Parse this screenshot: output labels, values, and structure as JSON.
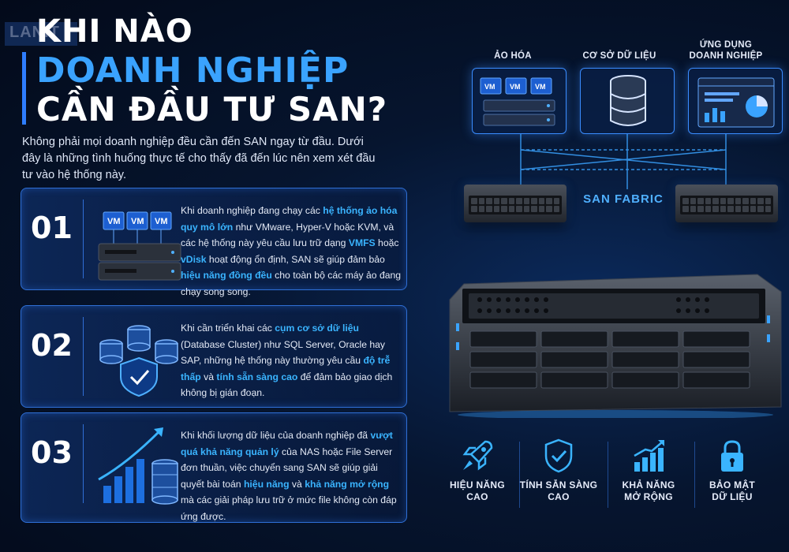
{
  "logo": "LANIT",
  "title": {
    "line1": "KHI NÀO",
    "line2": "DOANH NGHIỆP",
    "line3": "CẦN ĐẦU TƯ SAN?"
  },
  "intro": "Không phải mọi doanh nghiệp đều cần đến SAN ngay từ đầu. Dưới đây là những tình huống thực tế cho thấy đã đến lúc nên xem xét đầu tư vào hệ thống này.",
  "cards": [
    {
      "num": "01",
      "vm": "VM",
      "t1": "Khi doanh nghiệp đang chạy các ",
      "h1": "hệ thống ảo hóa quy mô lớn",
      "t2": " như VMware, Hyper-V hoặc KVM, và các hệ thống này yêu cầu lưu trữ dạng ",
      "h2": "VMFS",
      "t3": " hoặc ",
      "h3": "vDisk",
      "t4": " hoạt động ổn định, SAN sẽ giúp đảm bảo ",
      "h4": "hiệu năng đồng đều",
      "t5": " cho toàn bộ các máy ảo đang chạy song song."
    },
    {
      "num": "02",
      "t1": "Khi cần triển khai các ",
      "h1": "cụm cơ sở dữ liệu",
      "t2": " (Database Cluster) như SQL Server, Oracle hay SAP, những hệ thống này thường yêu cầu ",
      "h2": "độ trễ thấp",
      "t3": " và ",
      "h3": "tính sẵn sàng cao",
      "t4": " để đảm bảo giao dịch không bị gián đoạn."
    },
    {
      "num": "03",
      "t1": "Khi khối lượng dữ liệu của doanh nghiệp đã ",
      "h1": "vượt quá khả năng quản lý",
      "t2": " của NAS hoặc File Server đơn thuần, việc chuyển sang SAN sẽ giúp giải quyết bài toán ",
      "h2": "hiệu năng",
      "t3": " và ",
      "h3": "khả năng mở rộng",
      "t4": " mà các giải pháp lưu trữ ở mức file không còn đáp ứng được."
    }
  ],
  "top": {
    "virtual": "ẢO HÓA",
    "database": "CƠ SỞ DỮ LIỆU",
    "apps_line1": "ỨNG DỤNG",
    "apps_line2": "DOANH NGHIỆP",
    "vm": "VM"
  },
  "fabric": "SAN FABRIC",
  "features": [
    {
      "line1": "HIỆU NĂNG",
      "line2": "CAO"
    },
    {
      "line1": "TÍNH SẴN SÀNG",
      "line2": "CAO"
    },
    {
      "line1": "KHẢ NĂNG",
      "line2": "MỞ RỘNG"
    },
    {
      "line1": "BẢO MẬT",
      "line2": "DỮ LIỆU"
    }
  ],
  "colors": {
    "accent": "#3aa3ff",
    "highlight": "#3ab4ff",
    "border": "#2f6fd6"
  }
}
